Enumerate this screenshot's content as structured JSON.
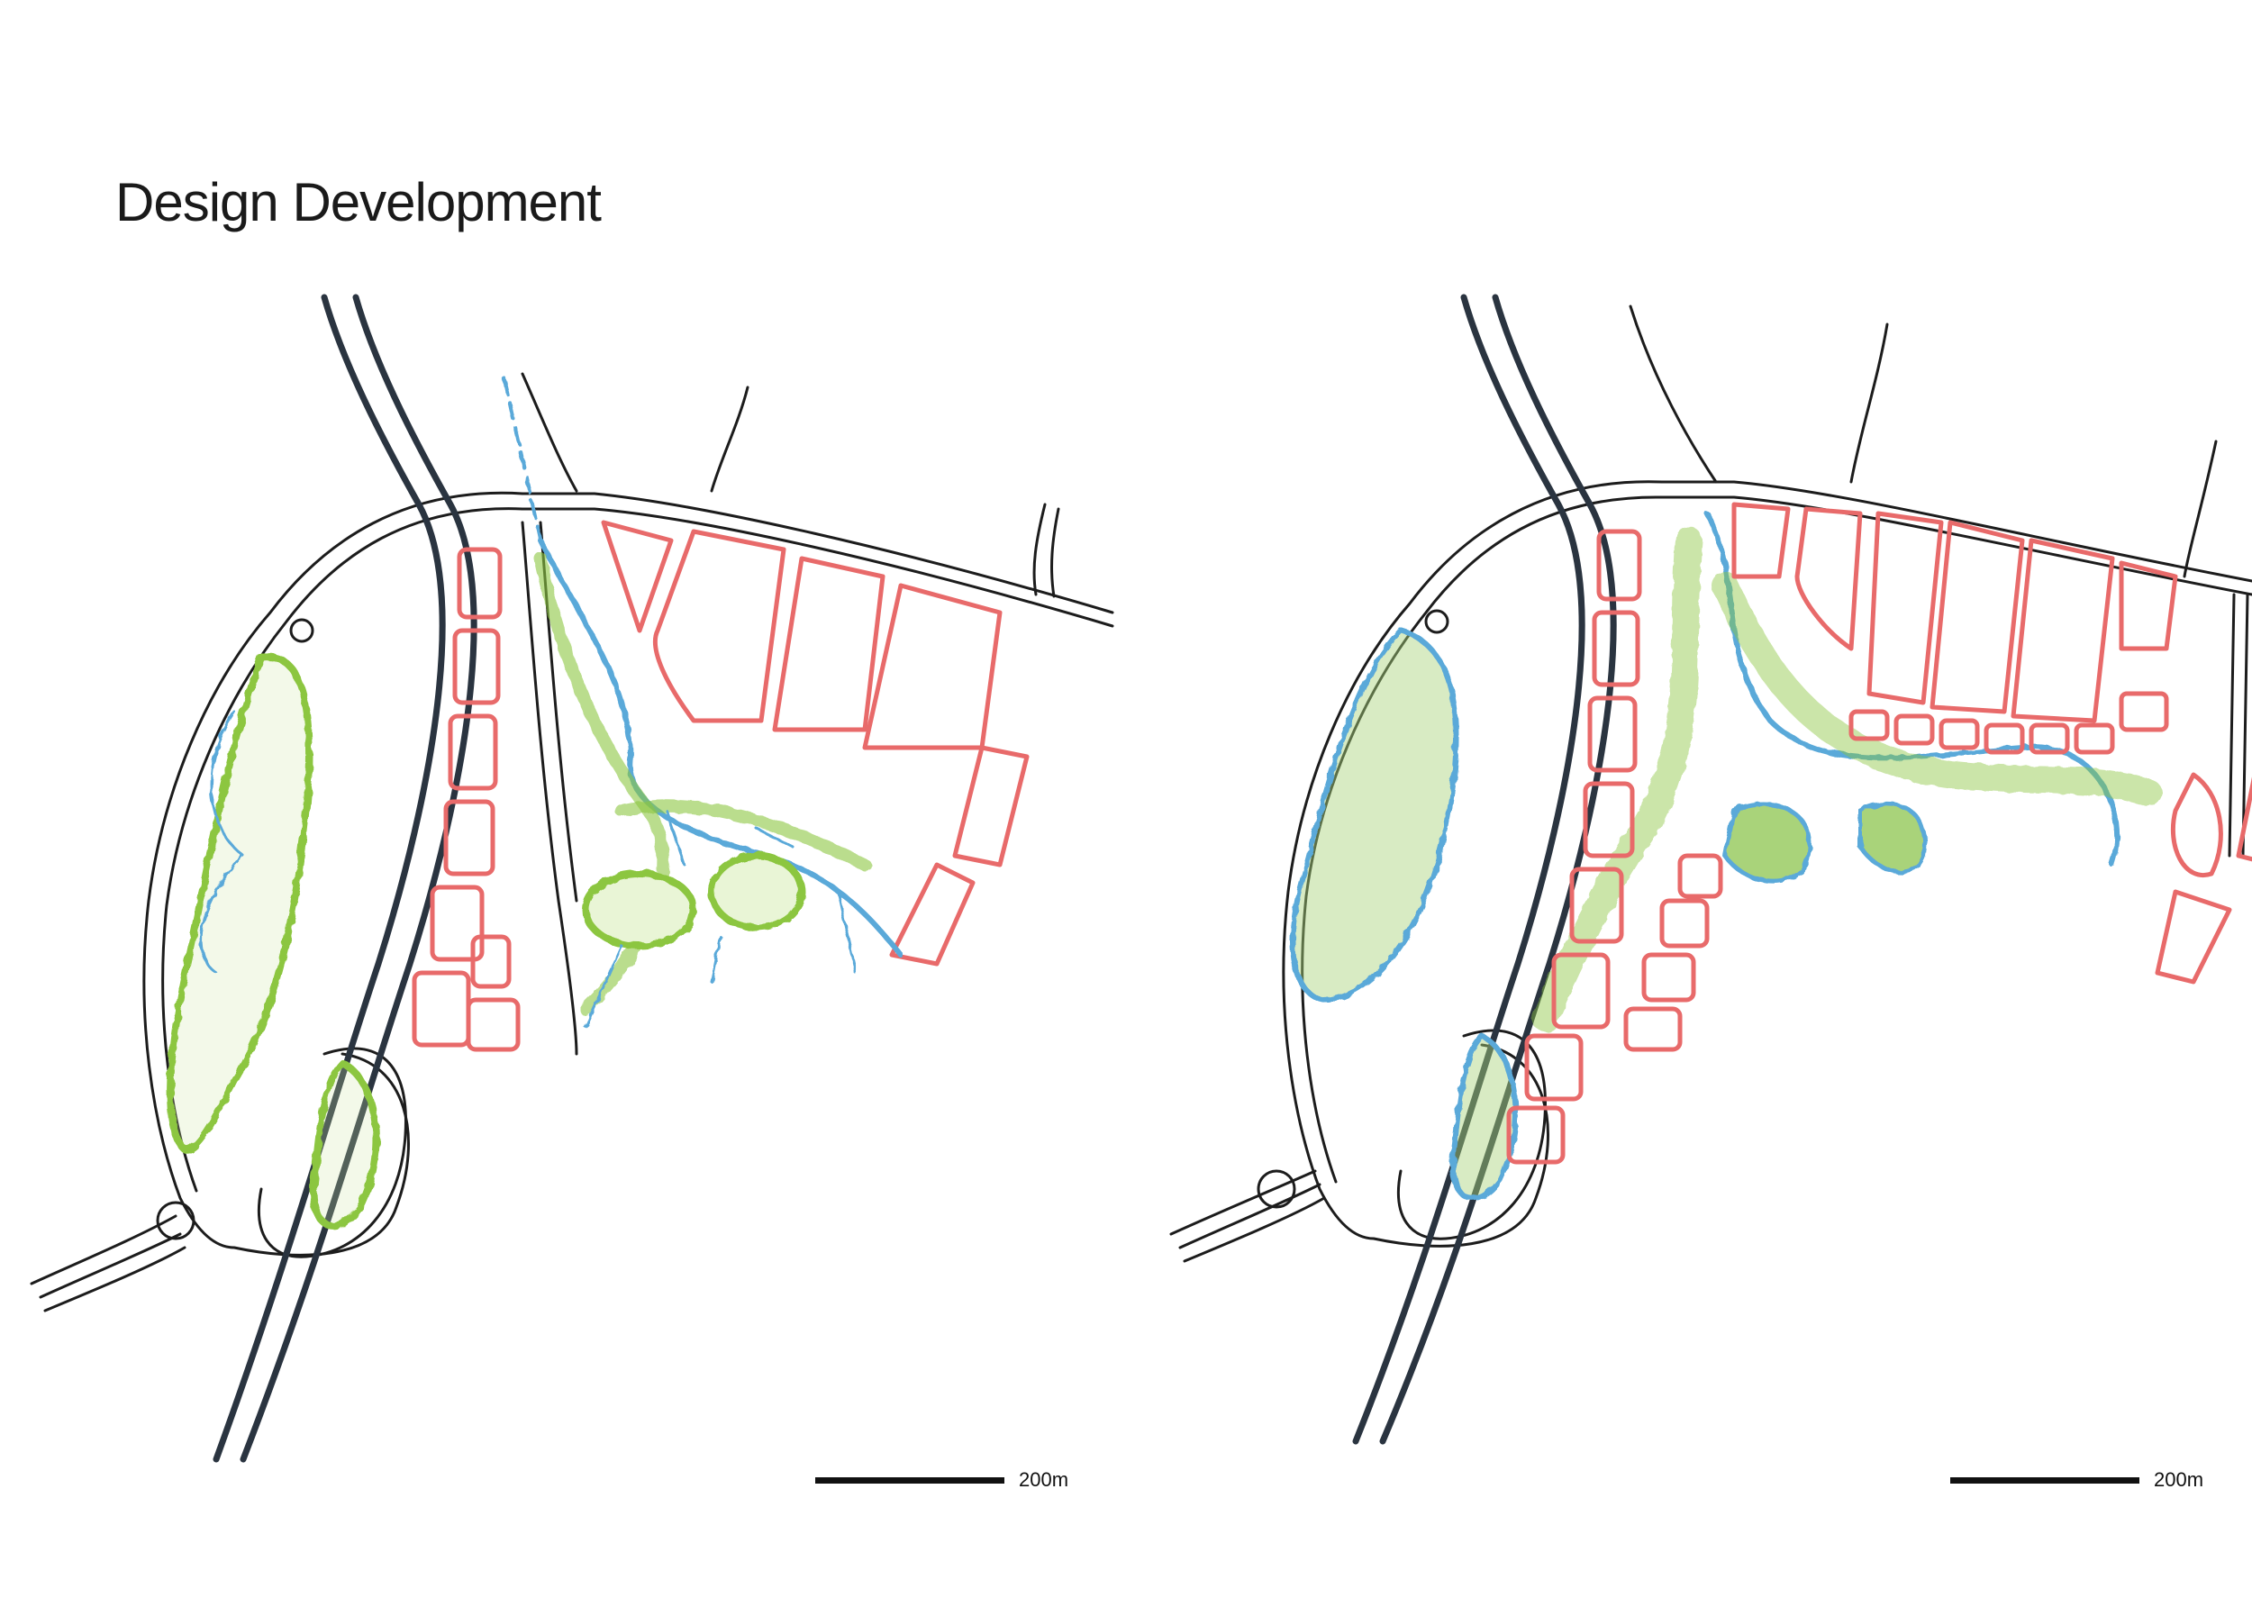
{
  "page": {
    "title": "Design Development"
  },
  "plans": [
    {
      "id": "left",
      "scale_label": "200m"
    },
    {
      "id": "right",
      "scale_label": "200m"
    }
  ],
  "colors": {
    "road": "#1c1c1c",
    "highway": "#2a3440",
    "building": "#e86a6a",
    "vegetation": "#8cc63f",
    "water": "#5aa9d9"
  }
}
